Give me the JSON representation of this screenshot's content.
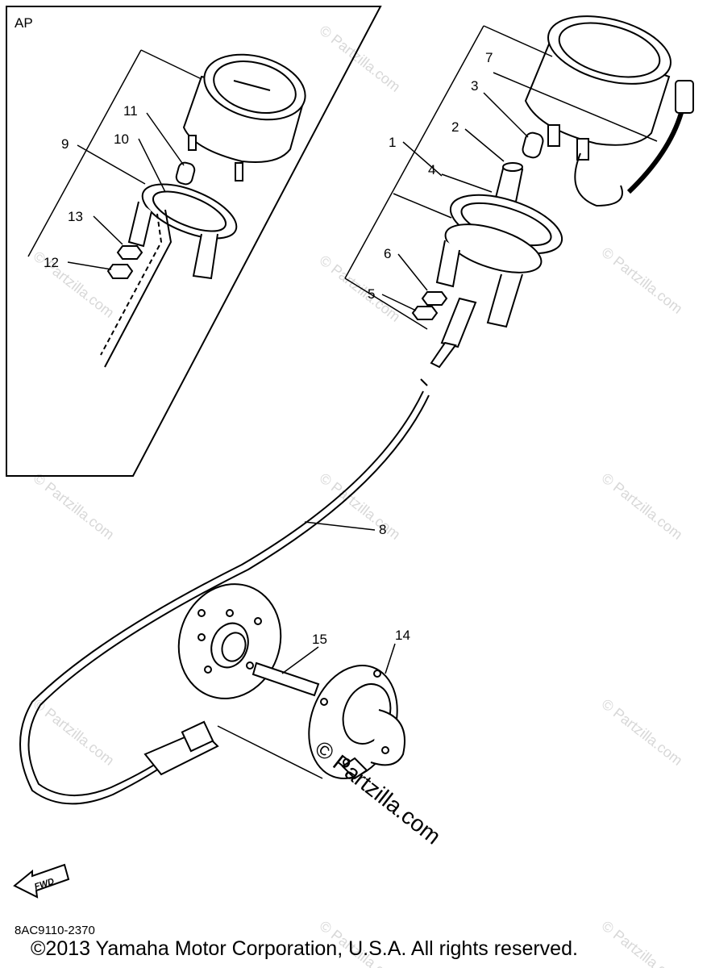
{
  "inset_label": "AP",
  "callouts": [
    "1",
    "2",
    "3",
    "4",
    "5",
    "6",
    "7",
    "8",
    "9",
    "10",
    "11",
    "12",
    "13",
    "14",
    "15"
  ],
  "direction_badge": "FWD",
  "diagram_code": "8AC9110-2370",
  "copyright": "©2013  Yamaha Motor Corporation, U.S.A. All rights reserved.",
  "watermark": "© Partzilla.com",
  "brand_watermark": "© Partzilla.com"
}
